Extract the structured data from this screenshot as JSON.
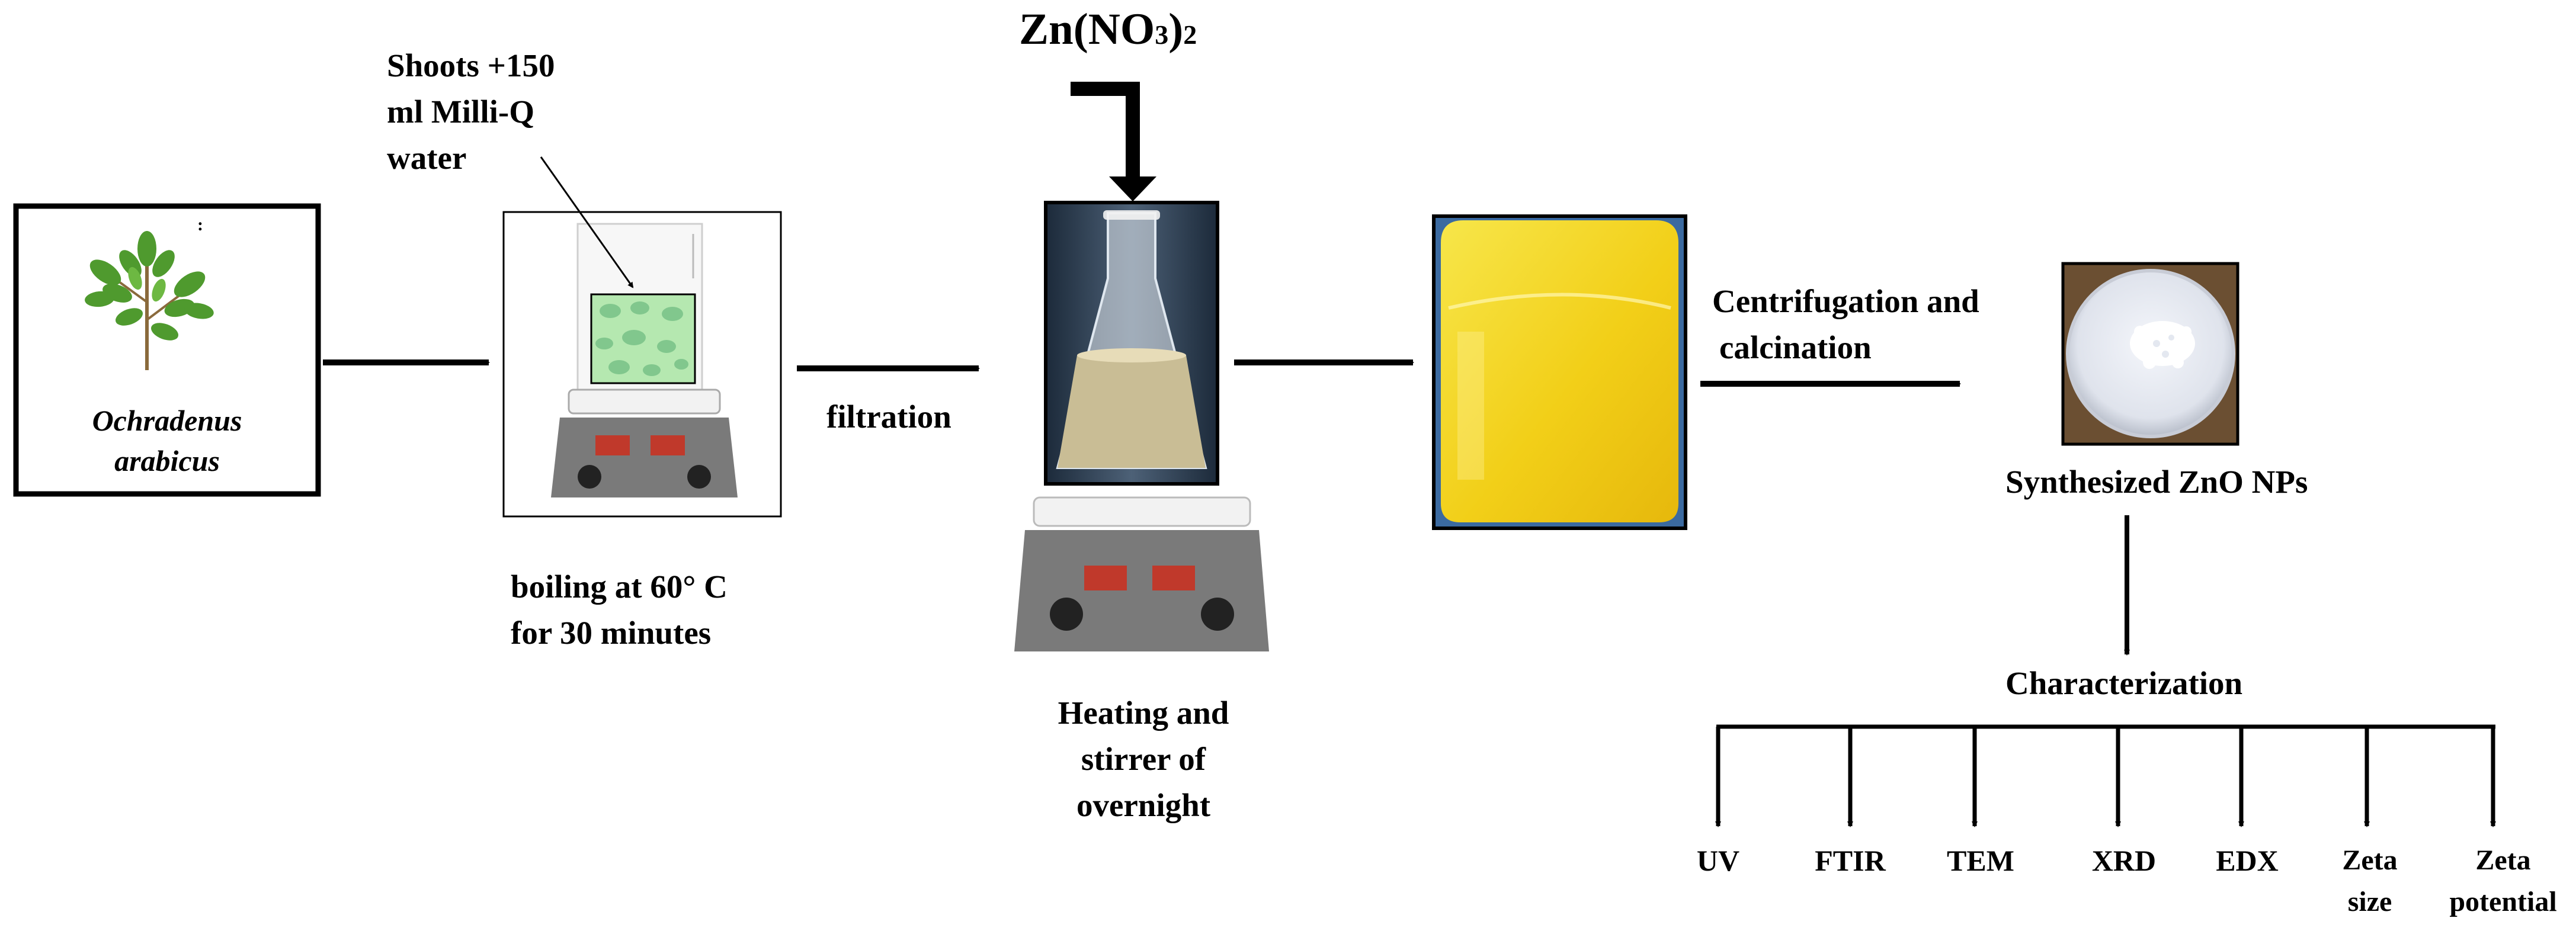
{
  "plant": {
    "name_line1": "Ochradenus",
    "name_line2": "arabicus",
    "stray_mark": ":"
  },
  "shoots": {
    "line1": "Shoots +150",
    "line2": "ml Milli-Q",
    "line3": "water"
  },
  "boiling": {
    "line1": "boiling at 60° C",
    "line2": "for 30 minutes"
  },
  "filtration": "filtration",
  "zinc": {
    "prefix": "Zn(NO",
    "subscript": "3",
    "suffix": ")",
    "outer_subscript": "2"
  },
  "heating": {
    "line1": "Heating and",
    "line2": "stirrer of",
    "line3": "overnight"
  },
  "centrifugation": {
    "line1": "Centrifugation and",
    "line2": "calcination"
  },
  "product": "Synthesized ZnO NPs",
  "characterization": {
    "title": "Characterization",
    "techniques": [
      {
        "line1": "UV",
        "line2": ""
      },
      {
        "line1": "FTIR",
        "line2": ""
      },
      {
        "line1": "TEM",
        "line2": ""
      },
      {
        "line1": "XRD",
        "line2": ""
      },
      {
        "line1": "EDX",
        "line2": ""
      },
      {
        "line1": "Zeta",
        "line2": "size"
      },
      {
        "line1": "Zeta",
        "line2": "potential"
      }
    ]
  },
  "colors": {
    "solution_yellow": "#f2d21c",
    "leaf_green": "#4f9a2e",
    "extract_green": "#b5e8b0",
    "stirrer_grey": "#7a7a7a",
    "display_red": "#c0392b",
    "flask_liquid": "#c9bd95",
    "background_blue": "#3b6aa0"
  },
  "icons": {
    "plant": "plant-icon",
    "hot_plate": "hot-plate-stirrer-icon",
    "flask": "erlenmeyer-flask-icon",
    "beaker": "yellow-solution-beaker-icon",
    "dish": "powder-dish-icon"
  }
}
